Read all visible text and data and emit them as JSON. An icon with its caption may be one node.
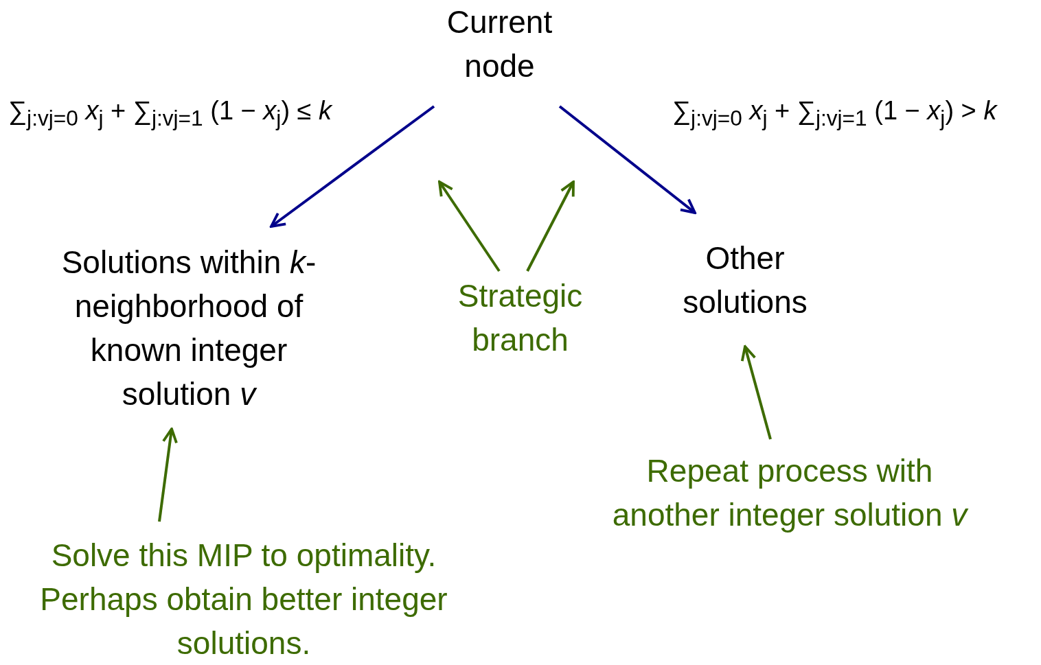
{
  "diagram": {
    "nodes": [
      {
        "text": [
          "Current node"
        ]
      },
      {
        "text": [
          "Solutions within *k*-neighborhood of known integer solution *v*"
        ]
      },
      {
        "text": [
          "Other solutions"
        ]
      },
      {
        "text": [
          "Strategic branch"
        ]
      },
      {
        "text": [
          "Solve this MIP to optimality. Perhaps obtain better integer solutions."
        ]
      },
      {
        "text": [
          "Repeat process with another integer solution *v*"
        ]
      }
    ],
    "edges": [
      {
        "from": 0,
        "to": 1,
        "arrow": "to",
        "color": "#00008b",
        "label": "∑$_{j:vj=0}$ *x*$_{j}$ + ∑$_{j:vj=1}$ (1 − *x*$_{j}$) ≤ *k*"
      },
      {
        "from": 0,
        "to": 2,
        "arrow": "to",
        "color": "#00008b",
        "label": "∑$_{j:vj=0}$ *x*$_{j}$ + ∑$_{j:vj=1}$ (1 − *x*$_{j}$) > *k*"
      },
      {
        "from": 3,
        "to": null,
        "arrow": "to"
      },
      {
        "from": 3,
        "to": null,
        "arrow": "to"
      },
      {
        "from": 4,
        "to": 1,
        "arrow": "to"
      },
      {
        "from": 5,
        "to": 2,
        "arrow": "to"
      }
    ]
  }
}
